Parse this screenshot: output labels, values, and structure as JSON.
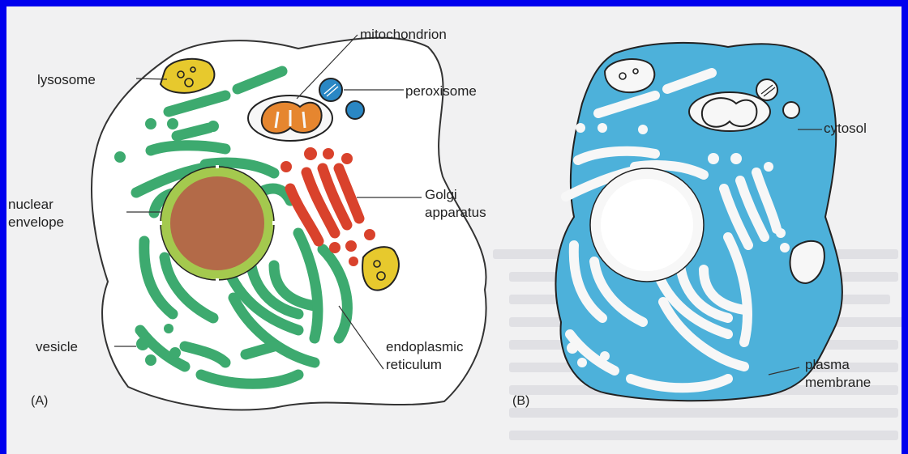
{
  "figure": {
    "panel_a": {
      "tag": "(A)",
      "labels": {
        "lysosome": "lysosome",
        "mitochondrion": "mitochondrion",
        "peroxisome": "peroxisome",
        "nuclear_envelope_1": "nuclear",
        "nuclear_envelope_2": "envelope",
        "golgi_1": "Golgi",
        "golgi_2": "apparatus",
        "vesicle": "vesicle",
        "er_1": "endoplasmic",
        "er_2": "reticulum"
      }
    },
    "panel_b": {
      "tag": "(B)",
      "labels": {
        "cytosol": "cytosol",
        "plasma_membrane_1": "plasma",
        "plasma_membrane_2": "membrane"
      }
    }
  },
  "colors": {
    "frame": "#0000ee",
    "background": "#f1f1f2",
    "er_green": "#3daa6f",
    "golgi_red": "#d9422c",
    "nucleus_brown": "#b36a48",
    "envelope_green": "#a4c94e",
    "lysosome_yellow": "#e7c92d",
    "mito_orange": "#e6862f",
    "peroxisome_blue": "#2a87c4",
    "cytosol_blue": "#4db1da"
  }
}
